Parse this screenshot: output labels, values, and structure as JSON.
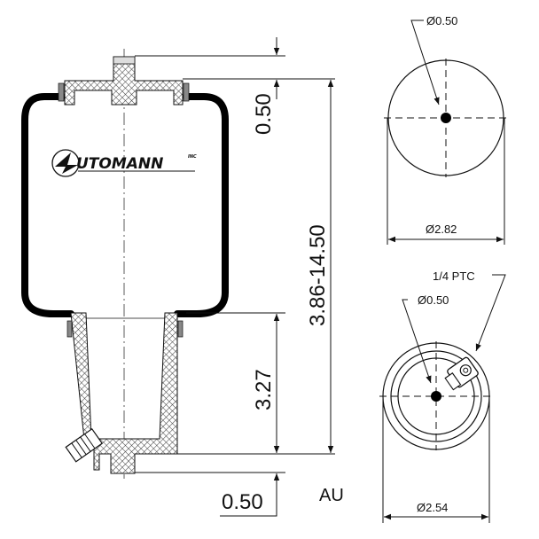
{
  "brand": {
    "logo_text": "UTOMANN",
    "logo_suffix": "INC"
  },
  "side_view": {
    "dimensions": {
      "top_plate": "0.50",
      "overall_height": "3.86-14.50",
      "piston_height": "3.27",
      "bottom_stud": "0.50"
    },
    "label_au": "AU"
  },
  "top_view": {
    "stud_diameter": "Ø0.50",
    "plate_diameter": "Ø2.82"
  },
  "bottom_view": {
    "fitting_label": "1/4 PTC",
    "stud_diameter": "Ø0.50",
    "piston_diameter": "Ø2.54"
  },
  "colors": {
    "line": "#111111",
    "background": "#ffffff",
    "hatch": "#555555"
  }
}
